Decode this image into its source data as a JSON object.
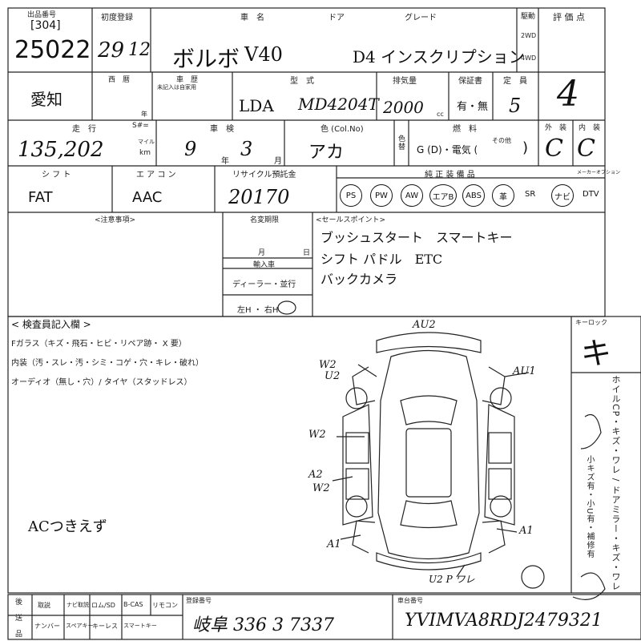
{
  "header": {
    "lot_label": "出品番号",
    "lot_sub": "[304]",
    "lot_number": "25022",
    "first_reg_label": "初度登録",
    "first_reg_year": "29",
    "first_reg_month": "12",
    "name_label": "車　名",
    "door_label": "ドア",
    "grade_label": "グレード",
    "drive_label": "駆動",
    "drive_2wd": "2WD",
    "drive_4wd": "4WD",
    "score_label": "評 価 点",
    "car_name": "ボルボ",
    "model": "V40",
    "grade": "D4 インスクリプション",
    "score": "4"
  },
  "row2": {
    "region": "愛知",
    "era_label": "西　暦",
    "era_year_label": "年",
    "history_label": "車　歴",
    "history_sub": "未記入は自家用",
    "type_label": "型　式",
    "type_prefix": "LDA",
    "type_value": "MD4204T",
    "displacement_label": "排気量",
    "displacement": "2000",
    "displacement_unit": "cc",
    "warranty_label": "保証書",
    "warranty": "有・無",
    "capacity_label": "定　員",
    "capacity": "5"
  },
  "row3": {
    "mileage_label": "走　行",
    "meter_label": "S#=",
    "mileage": "135,202",
    "mile_unit": "マイル",
    "km_unit": "km",
    "inspection_label": "車　検",
    "inspection_year": "9",
    "inspection_month": "3",
    "year_unit": "年",
    "month_unit": "月",
    "color_label": "色 (Col.No)",
    "color": "アカ",
    "color_change_label": "色替",
    "fuel_label": "燃　料",
    "fuel_options": "G (D)・電気 (",
    "fuel_other_label": "その他",
    "fuel_close": ")",
    "exterior_label": "外　装",
    "interior_label": "内　装",
    "exterior": "C",
    "interior": "C"
  },
  "row4": {
    "shift_label": "シ フ ト",
    "ac_label": "エ ア コ ン",
    "recycle_label": "リサイクル預託金",
    "equipment_label": "純 正 装 備 品",
    "maker_label": "メーカーオプション",
    "shift": "FAT",
    "ac": "AAC",
    "recycle": "20170",
    "equipment": [
      {
        "label": "PS",
        "marked": true
      },
      {
        "label": "PW",
        "marked": true
      },
      {
        "label": "AW",
        "marked": true
      },
      {
        "label": "エアB",
        "marked": true
      },
      {
        "label": "ABS",
        "marked": true
      },
      {
        "label": "革",
        "marked": true
      },
      {
        "label": "SR",
        "marked": false
      },
      {
        "label": "ナビ",
        "marked": true
      },
      {
        "label": "DTV",
        "marked": false
      }
    ]
  },
  "notes": {
    "caution_label": "<注意事項>",
    "name_change_label": "名変期限",
    "month_label": "月",
    "day_label": "日",
    "import_label": "輸入車",
    "dealer": "ディーラー・並行",
    "steering": "左H ・ 右H",
    "selling_label": "<セールスポイント>",
    "selling_points": [
      "ブッシュスタート　スマートキー",
      "シフト パドル　ETC",
      "バックカメラ"
    ]
  },
  "inspector": {
    "title": "< 検査員記入欄 >",
    "glass": "Fガラス（キズ・飛石・ヒビ・リペア跡・ X 要）",
    "interior": "内装（汚・スレ・汚・シミ・コゲ・穴・キレ・破れ）",
    "audio": "オーディオ（無し・穴）/ タイヤ（スタッドレス）",
    "handwritten": "ACつきえず",
    "keylock_label": "キーロック",
    "keylock": "キ",
    "vertical": "ホイルCP・キズ・ワレ / ドアミラー・キズ・ワレ",
    "vertical_sub": "小キズ有・小U有・補修有"
  },
  "diagram_marks": [
    "AU2",
    "W2",
    "U2",
    "AU1",
    "W2",
    "A2",
    "W2",
    "A1",
    "A1",
    "U2 P ワレ"
  ],
  "footer": {
    "attach_label": "後　送　品",
    "items_top": [
      "取説",
      "ナビ取説",
      "ロム/SD",
      "B-CAS",
      "リモコン"
    ],
    "items_bottom": [
      "ナンバー",
      "スペアキー",
      "キーレス",
      "スマートキー"
    ],
    "plate_label": "登録番号",
    "plate": "岐阜 336 3 7337",
    "vin_label": "車台番号",
    "vin": "YVIMVA8RDJ2479321"
  }
}
